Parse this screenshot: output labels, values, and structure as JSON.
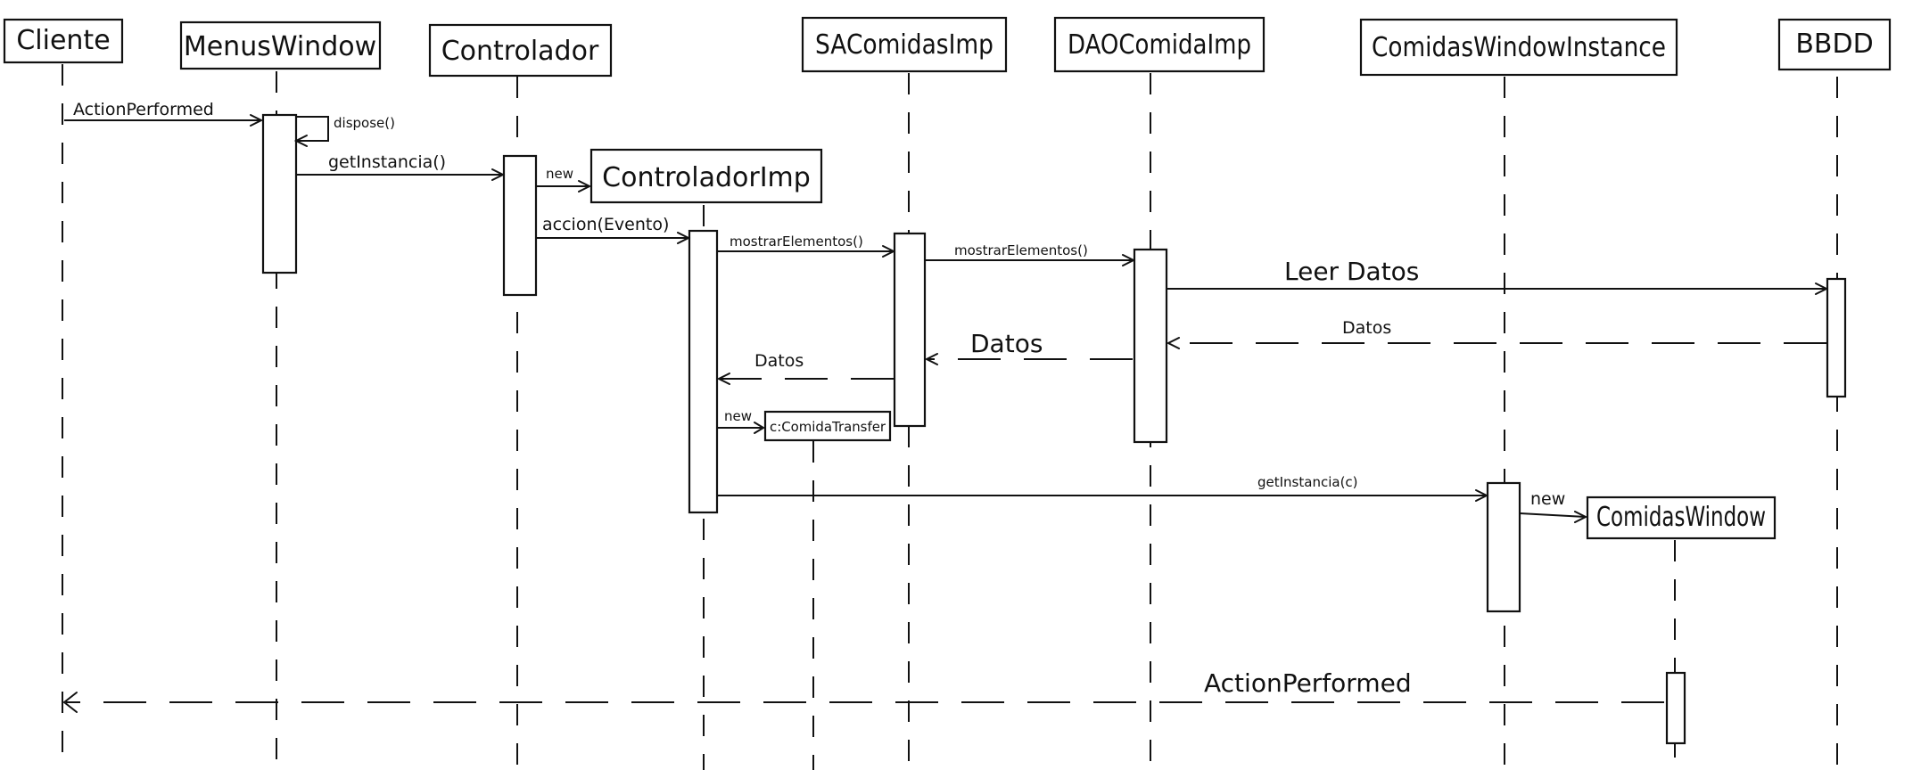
{
  "participants": [
    {
      "id": "cliente",
      "label": "Cliente"
    },
    {
      "id": "menus",
      "label": "MenusWindow"
    },
    {
      "id": "controlador",
      "label": "Controlador"
    },
    {
      "id": "controladorimp",
      "label": "ControladorImp"
    },
    {
      "id": "sacomidas",
      "label": "SAComidasImp"
    },
    {
      "id": "daocomida",
      "label": "DAOComidaImp"
    },
    {
      "id": "comidatransfer",
      "label": "c:ComidaTransfer"
    },
    {
      "id": "comidaswindowinstance",
      "label": "ComidasWindowInstance"
    },
    {
      "id": "comidaswindow",
      "label": "ComidasWindow"
    },
    {
      "id": "bbdd",
      "label": "BBDD"
    }
  ],
  "messages": [
    {
      "id": "m1",
      "label": "ActionPerformed",
      "kind": "call"
    },
    {
      "id": "m2",
      "label": "dispose()",
      "kind": "self"
    },
    {
      "id": "m3",
      "label": "getInstancia()",
      "kind": "call"
    },
    {
      "id": "m4",
      "label": "new",
      "kind": "create"
    },
    {
      "id": "m5",
      "label": "accion(Evento)",
      "kind": "call"
    },
    {
      "id": "m6",
      "label": "mostrarElementos()",
      "kind": "call"
    },
    {
      "id": "m7",
      "label": "mostrarElementos()",
      "kind": "call"
    },
    {
      "id": "m8",
      "label": "Leer Datos",
      "kind": "call"
    },
    {
      "id": "m9",
      "label": "Datos",
      "kind": "return"
    },
    {
      "id": "m10",
      "label": "Datos",
      "kind": "return"
    },
    {
      "id": "m11",
      "label": "Datos",
      "kind": "return"
    },
    {
      "id": "m12",
      "label": "new",
      "kind": "create"
    },
    {
      "id": "m13",
      "label": "getInstancia(c)",
      "kind": "call"
    },
    {
      "id": "m14",
      "label": "new",
      "kind": "create"
    },
    {
      "id": "m15",
      "label": "ActionPerformed",
      "kind": "return"
    }
  ]
}
